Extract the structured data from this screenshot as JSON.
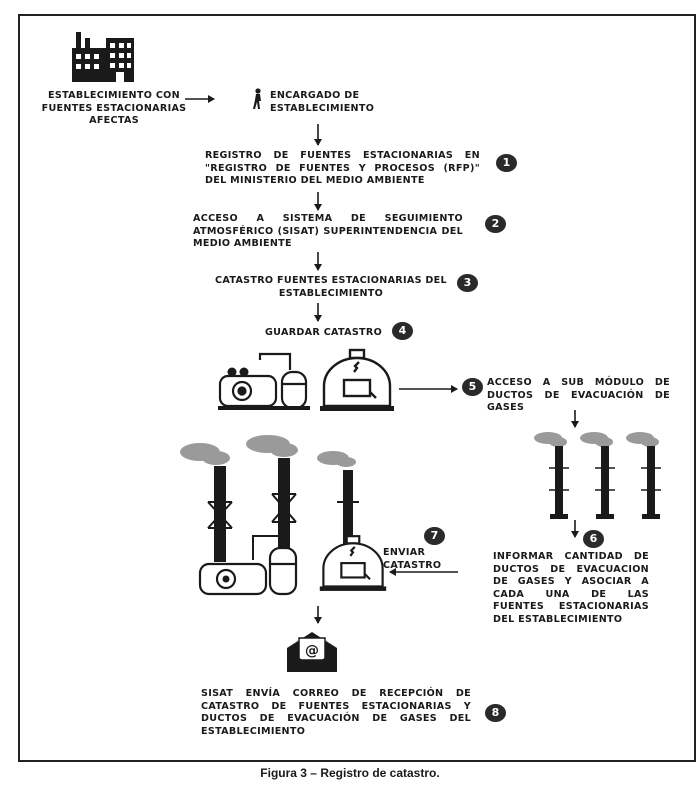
{
  "figure": {
    "caption": "Figura 3 – Registro de catastro.",
    "nodes": [
      {
        "id": "establecimiento",
        "text": "ESTABLECIMIENTO CON FUENTES ESTACIONARIAS AFECTAS"
      },
      {
        "id": "encargado",
        "text": "ENCARGADO DE ESTABLECIMIENTO"
      },
      {
        "id": "step1",
        "number": "1",
        "text": "REGISTRO DE FUENTES ESTACIONARIAS EN \"REGISTRO DE FUENTES Y PROCESOS (RFP)\" DEL MINISTERIO DEL MEDIO AMBIENTE"
      },
      {
        "id": "step2",
        "number": "2",
        "text": "ACCESO A SISTEMA DE SEGUIMIENTO ATMOSFÉRICO (SISAT) SUPERINTENDENCIA DEL MEDIO AMBIENTE"
      },
      {
        "id": "step3",
        "number": "3",
        "text": "CATASTRO FUENTES ESTACIONARIAS DEL ESTABLECIMIENTO"
      },
      {
        "id": "step4",
        "number": "4",
        "text": "GUARDAR CATASTRO"
      },
      {
        "id": "step5",
        "number": "5",
        "text": "ACCESO A SUB MÓDULO DE DUCTOS DE EVACUACIÓN DE GASES"
      },
      {
        "id": "step6",
        "number": "6",
        "text": "INFORMAR CANTIDAD DE DUCTOS DE EVACUACION DE GASES Y ASOCIAR A CADA UNA DE LAS FUENTES ESTACIONARIAS DEL ESTABLECIMIENTO"
      },
      {
        "id": "step7",
        "number": "7",
        "text": "ENVIAR CATASTRO"
      },
      {
        "id": "step8",
        "number": "8",
        "text": "SISAT ENVÍA CORREO DE RECEPCIÓN DE CATASTRO DE FUENTES ESTACIONARIAS Y DUCTOS DE EVACUACIÓN DE GASES DEL ESTABLECIMIENTO"
      }
    ],
    "icons": {
      "factory": "factory-icon",
      "person": "person-walking-icon",
      "compressor": "compressor-icon",
      "furnace": "furnace-icon",
      "chimneys": "chimney-stack-icon",
      "email": "email-envelope-icon"
    },
    "colors": {
      "ink": "#1a1a1a",
      "smoke": "#9a9a9a"
    }
  }
}
